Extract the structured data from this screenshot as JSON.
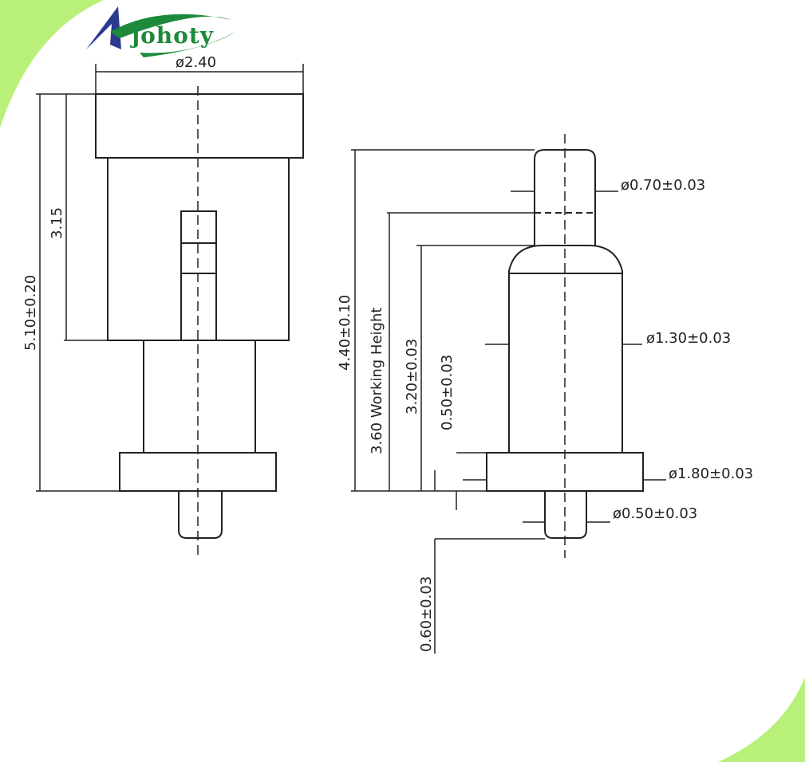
{
  "logo": {
    "text": "johoty",
    "colors": {
      "mark": "#2b3a8f",
      "text": "#1c8a3a",
      "swoosh": "#1c8a3a"
    }
  },
  "corner_color": "#b8f07a",
  "left_view": {
    "dim_diameter": "ø2.40",
    "dim_total_height": "5.10±0.20",
    "dim_upper_height": "3.15"
  },
  "right_view": {
    "dim_tip_diameter": "ø0.70±0.03",
    "dim_barrel_diameter": "ø1.30±0.03",
    "dim_flange_diameter": "ø1.80±0.03",
    "dim_tail_diameter": "ø0.50±0.03",
    "dim_total_height": "4.40±0.10",
    "dim_working_height": "3.60  Working  Height",
    "dim_barrel_height": "3.20±0.03",
    "dim_flange_thickness": "0.50±0.03",
    "dim_tail_length": "0.60±0.03"
  }
}
